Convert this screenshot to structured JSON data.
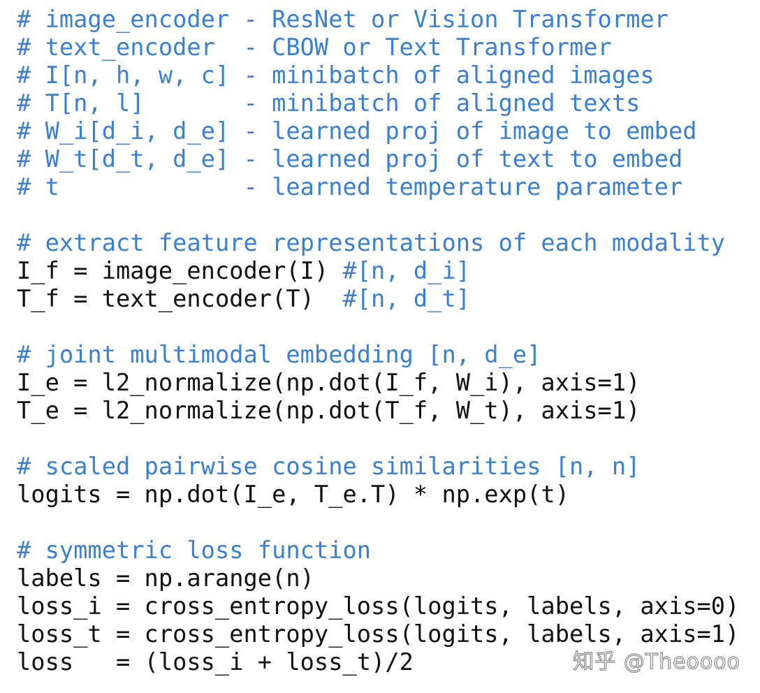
{
  "colors": {
    "comment": "#3a7fd0",
    "code": "#111111",
    "background": "#ffffff"
  },
  "lines": [
    {
      "parts": [
        {
          "t": "c",
          "s": "# image_encoder - ResNet or Vision Transformer"
        }
      ]
    },
    {
      "parts": [
        {
          "t": "c",
          "s": "# text_encoder  - CBOW or Text Transformer"
        }
      ]
    },
    {
      "parts": [
        {
          "t": "c",
          "s": "# I[n, h, w, c] - minibatch of aligned images"
        }
      ]
    },
    {
      "parts": [
        {
          "t": "c",
          "s": "# T[n, l]       - minibatch of aligned texts"
        }
      ]
    },
    {
      "parts": [
        {
          "t": "c",
          "s": "# W_i[d_i, d_e] - learned proj of image to embed"
        }
      ]
    },
    {
      "parts": [
        {
          "t": "c",
          "s": "# W_t[d_t, d_e] - learned proj of text to embed"
        }
      ]
    },
    {
      "parts": [
        {
          "t": "c",
          "s": "# t             - learned temperature parameter"
        }
      ]
    },
    {
      "parts": []
    },
    {
      "parts": [
        {
          "t": "c",
          "s": "# extract feature representations of each modality"
        }
      ]
    },
    {
      "parts": [
        {
          "t": "k",
          "s": "I_f = image_encoder(I) "
        },
        {
          "t": "c",
          "s": "#[n, d_i]"
        }
      ]
    },
    {
      "parts": [
        {
          "t": "k",
          "s": "T_f = text_encoder(T)  "
        },
        {
          "t": "c",
          "s": "#[n, d_t]"
        }
      ]
    },
    {
      "parts": []
    },
    {
      "parts": [
        {
          "t": "c",
          "s": "# joint multimodal embedding [n, d_e]"
        }
      ]
    },
    {
      "parts": [
        {
          "t": "k",
          "s": "I_e = l2_normalize(np.dot(I_f, W_i), axis=1)"
        }
      ]
    },
    {
      "parts": [
        {
          "t": "k",
          "s": "T_e = l2_normalize(np.dot(T_f, W_t), axis=1)"
        }
      ]
    },
    {
      "parts": []
    },
    {
      "parts": [
        {
          "t": "c",
          "s": "# scaled pairwise cosine similarities [n, n]"
        }
      ]
    },
    {
      "parts": [
        {
          "t": "k",
          "s": "logits = np.dot(I_e, T_e.T) * np.exp(t)"
        }
      ]
    },
    {
      "parts": []
    },
    {
      "parts": [
        {
          "t": "c",
          "s": "# symmetric loss function"
        }
      ]
    },
    {
      "parts": [
        {
          "t": "k",
          "s": "labels = np.arange(n)"
        }
      ]
    },
    {
      "parts": [
        {
          "t": "k",
          "s": "loss_i = cross_entropy_loss(logits, labels, axis=0)"
        }
      ]
    },
    {
      "parts": [
        {
          "t": "k",
          "s": "loss_t = cross_entropy_loss(logits, labels, axis=1)"
        }
      ]
    },
    {
      "parts": [
        {
          "t": "k",
          "s": "loss   = (loss_i + loss_t)/2"
        }
      ]
    }
  ],
  "watermark": "知乎 @Theoooo"
}
